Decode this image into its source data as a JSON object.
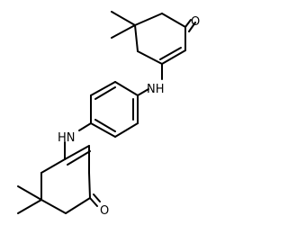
{
  "molecule": {
    "atoms": {
      "o_top": "O",
      "nh_top": "NH",
      "hn_bottom": "HN",
      "o_bottom": "O"
    }
  },
  "colors": {
    "bond": "#000000",
    "text": "#000000",
    "background": "#ffffff"
  }
}
